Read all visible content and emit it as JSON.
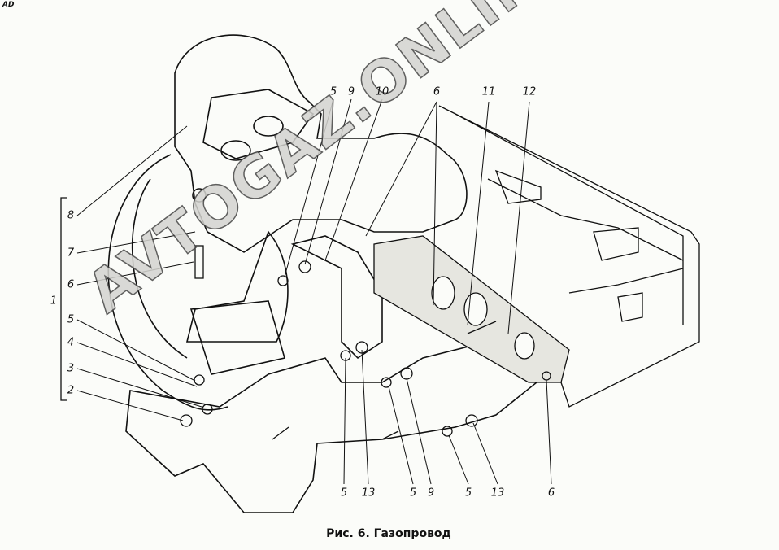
{
  "corner_mark": "AD",
  "watermark": "AVTOGAZ.ONLINE",
  "caption": "Рис. 6. Газопровод",
  "labels": {
    "top": [
      "5",
      "9",
      "10",
      "6",
      "11",
      "12"
    ],
    "left": [
      "8",
      "7",
      "6",
      "1",
      "5",
      "4",
      "3",
      "2"
    ],
    "bottom": [
      "5",
      "13",
      "5",
      "9",
      "5",
      "13",
      "6"
    ]
  }
}
